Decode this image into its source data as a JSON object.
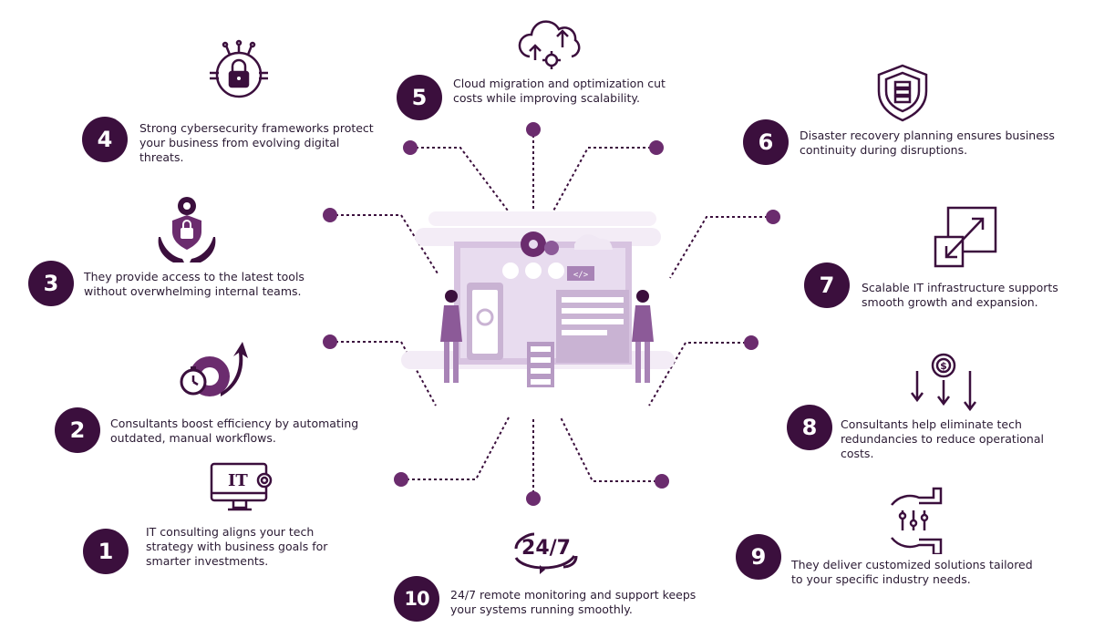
{
  "points": [
    {
      "number": "1",
      "text": "IT consulting aligns your tech strategy with business goals for smarter investments.",
      "icon": "computer-it-gear-icon"
    },
    {
      "number": "2",
      "text": "Consultants boost efficiency by automating outdated, manual workflows.",
      "icon": "stopwatch-gear-arrow-icon"
    },
    {
      "number": "3",
      "text": "They provide access to the latest tools without overwhelming internal teams.",
      "icon": "hands-shield-lock-icon"
    },
    {
      "number": "4",
      "text": "Strong cybersecurity frameworks protect your business from evolving digital threats.",
      "icon": "circuit-padlock-icon"
    },
    {
      "number": "5",
      "text": "Cloud migration and optimization cut costs while improving scalability.",
      "icon": "cloud-upload-gear-icon"
    },
    {
      "number": "6",
      "text": "Disaster recovery planning ensures business continuity during disruptions.",
      "icon": "shield-server-icon"
    },
    {
      "number": "7",
      "text": "Scalable IT infrastructure supports smooth growth and expansion.",
      "icon": "scale-expand-arrow-icon"
    },
    {
      "number": "8",
      "text": "Consultants help eliminate tech redundancies to reduce operational costs.",
      "icon": "dollar-gear-down-arrows-icon"
    },
    {
      "number": "9",
      "text": "They deliver customized solutions tailored to your specific industry needs.",
      "icon": "hand-sliders-icon"
    },
    {
      "number": "10",
      "text": "24/7 remote monitoring and support keeps your systems running smoothly.",
      "icon": "24-7-cycle-icon"
    }
  ],
  "icon_247_label": "24/7",
  "center_illustration": "consultants-dashboard-illustration",
  "colors": {
    "badge": "#3b0f3d",
    "accent": "#6b2c6e",
    "light_purple": "#c9b3d3",
    "pale_purple": "#e8dcef",
    "text": "#2a1a33"
  }
}
